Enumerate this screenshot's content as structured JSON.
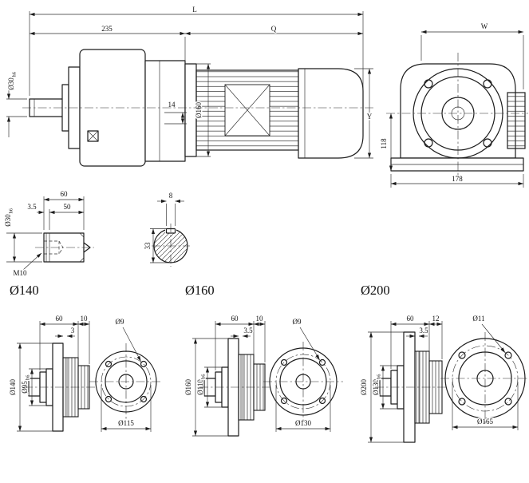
{
  "main_view": {
    "dim_overall": "L",
    "dim_gearbox_length": "235",
    "dim_motor_length": "Q",
    "dim_height": "Y",
    "dim_flange_dia": "Ø160",
    "dim_step": "14",
    "shaft_dia": "Ø30",
    "shaft_tol": "h6"
  },
  "front_view": {
    "dim_width": "W",
    "dim_center_height": "118",
    "dim_base_width": "178"
  },
  "shaft_detail": {
    "dim_length": "60",
    "dim_usable": "50",
    "dim_groove": "3.5",
    "dia": "Ø30",
    "dia_tol": "h6",
    "thread": "M10"
  },
  "key_section": {
    "dim_width": "8",
    "dim_height": "33"
  },
  "flanges": [
    {
      "title": "Ø140",
      "dim_length": "60",
      "dim_pinion": "10",
      "dim_offset": "3",
      "dim_hole": "Ø9",
      "dim_outer": "Ø140",
      "spigot": "Ø95",
      "spigot_tol": "h6",
      "dim_bolt_circle": "Ø115"
    },
    {
      "title": "Ø160",
      "dim_length": "60",
      "dim_pinion": "10",
      "dim_offset": "3.5",
      "dim_hole": "Ø9",
      "dim_outer": "Ø160",
      "spigot": "Ø110",
      "spigot_tol": "h6",
      "dim_bolt_circle": "Ø130"
    },
    {
      "title": "Ø200",
      "dim_length": "60",
      "dim_pinion": "12",
      "dim_offset": "3.5",
      "dim_hole": "Ø11",
      "dim_outer": "Ø200",
      "spigot": "Ø130",
      "spigot_tol": "h6",
      "dim_bolt_circle": "Ø165"
    }
  ]
}
